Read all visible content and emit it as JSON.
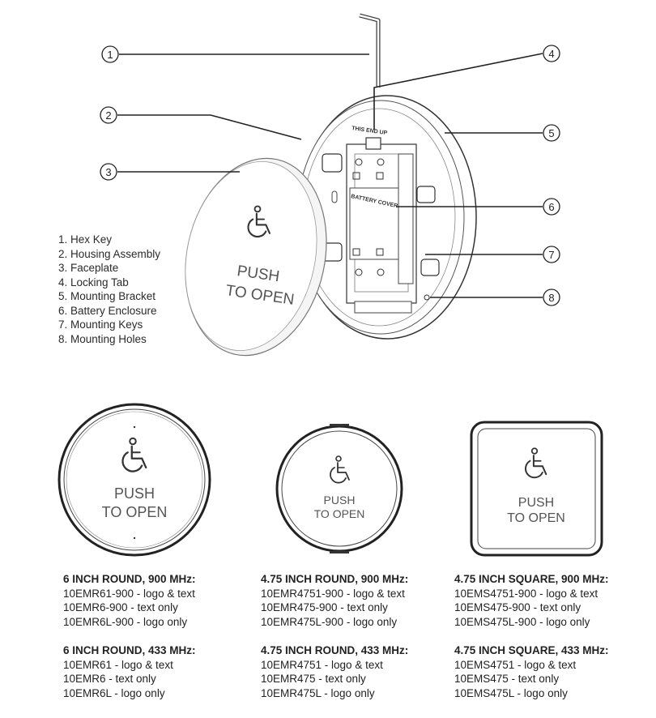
{
  "callouts": [
    "1",
    "2",
    "3",
    "4",
    "5",
    "6",
    "7",
    "8"
  ],
  "legend": [
    "1.  Hex Key",
    "2.  Housing Assembly",
    "3.  Faceplate",
    "4.  Locking Tab",
    "5.  Mounting Bracket",
    "6.  Battery Enclosure",
    "7.  Mounting Keys",
    "8.  Mounting Holes"
  ],
  "exploded_labels": {
    "this_end_up": "THIS END UP",
    "battery_cover": "BATTERY COVER",
    "push": "PUSH",
    "to_open": "TO OPEN"
  },
  "buttons": [
    {
      "shape": "round",
      "push": "PUSH",
      "to_open": "TO OPEN"
    },
    {
      "shape": "round",
      "push": "PUSH",
      "to_open": "TO OPEN"
    },
    {
      "shape": "square",
      "push": "PUSH",
      "to_open": "TO OPEN"
    }
  ],
  "models": [
    {
      "heading": "6 INCH ROUND, 900 MHz:",
      "lines": [
        "10EMR61-900 - logo & text",
        "10EMR6-900 - text only",
        "10EMR6L-900 - logo only"
      ]
    },
    {
      "heading": "4.75 INCH ROUND, 900 MHz:",
      "lines": [
        "10EMR4751-900 - logo & text",
        "10EMR475-900 - text only",
        "10EMR475L-900 - logo only"
      ]
    },
    {
      "heading": "4.75 INCH SQUARE, 900 MHz:",
      "lines": [
        "10EMS4751-900 - logo & text",
        "10EMS475-900 - text only",
        "10EMS475L-900 - logo only"
      ]
    },
    {
      "heading": "6 INCH ROUND, 433 MHz:",
      "lines": [
        "10EMR61 - logo & text",
        "10EMR6 - text only",
        "10EMR6L - logo only"
      ]
    },
    {
      "heading": "4.75 INCH ROUND, 433 MHz:",
      "lines": [
        "10EMR4751 - logo & text",
        "10EMR475 - text only",
        "10EMR475L - logo only"
      ]
    },
    {
      "heading": "4.75 INCH SQUARE, 433 MHz:",
      "lines": [
        "10EMS4751 - logo & text",
        "10EMS475 - text only",
        "10EMS475L - logo only"
      ]
    }
  ]
}
